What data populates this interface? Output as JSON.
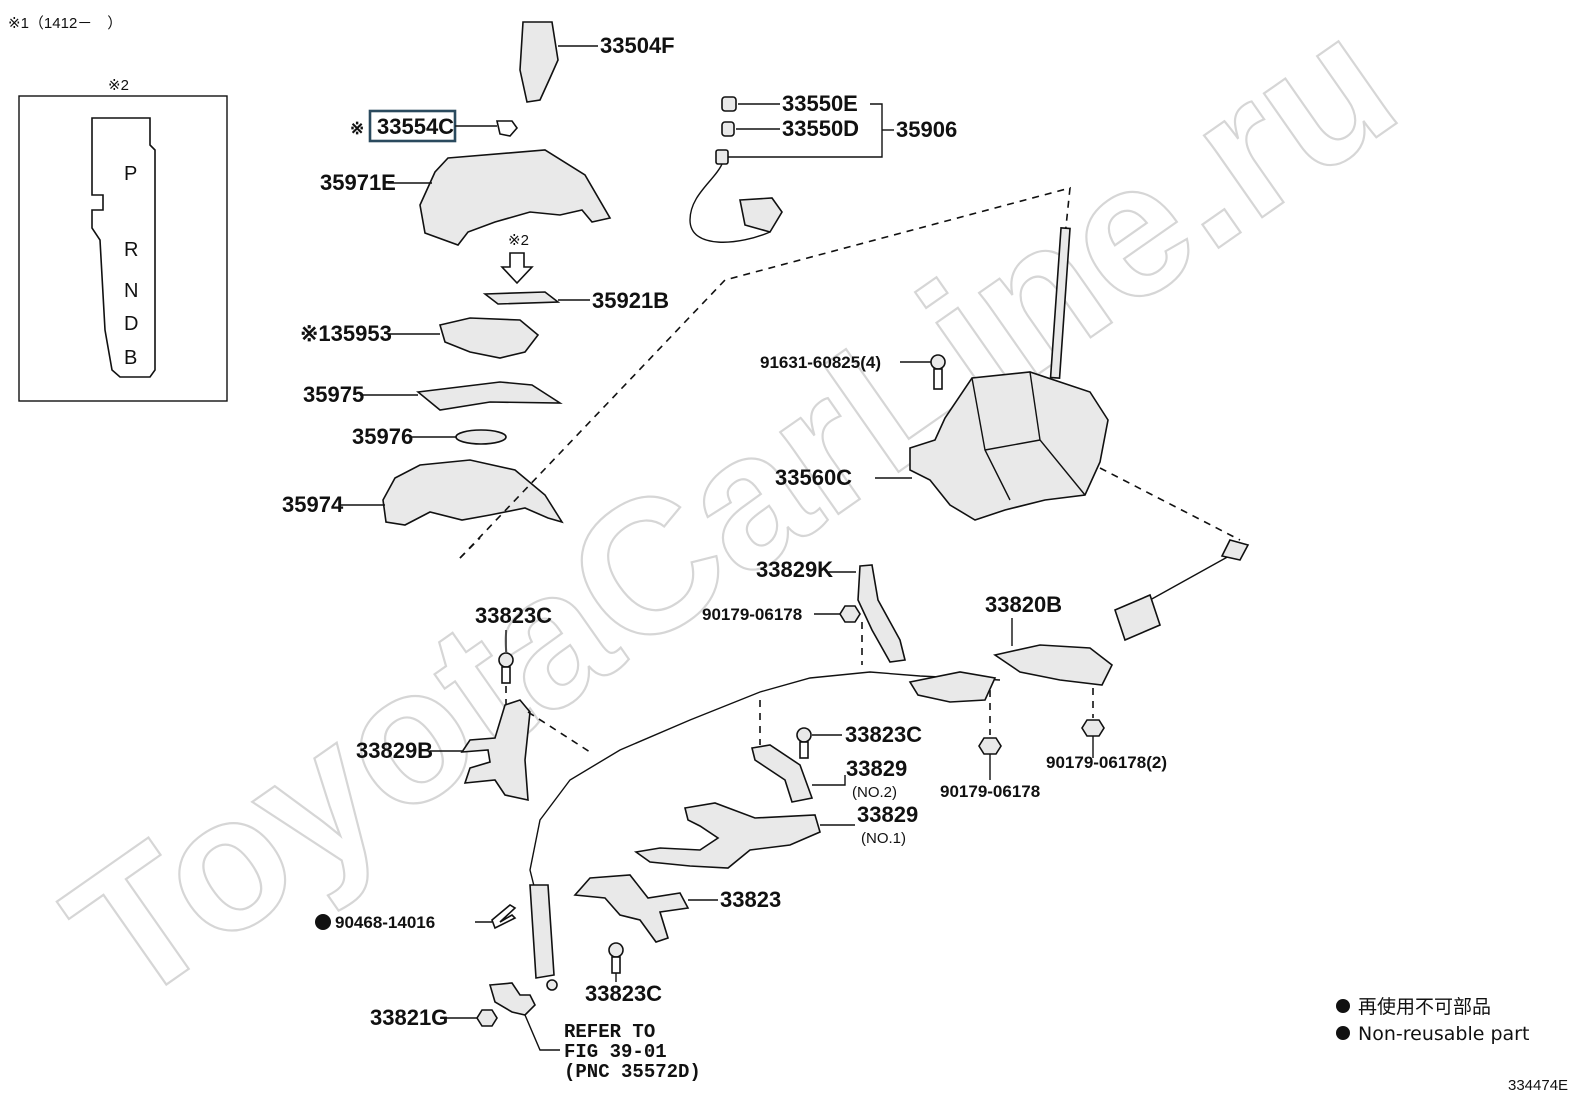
{
  "header": {
    "note": "※1（1412－　）"
  },
  "inset": {
    "mark": "※2",
    "gate_letters": [
      "P",
      "R",
      "N",
      "D",
      "B"
    ]
  },
  "callouts": {
    "knob": "33504F",
    "highlighted_prefix": "※",
    "highlighted": "33554C",
    "bezel": "35971E",
    "arrow_mark": "※2",
    "plate": "35921B",
    "indicator": "※135953",
    "cover": "35975",
    "seal": "35976",
    "housing": "35974",
    "pin_e": "33550E",
    "pin_d": "33550D",
    "assy": "35906",
    "bolt": "91631-60825(4)",
    "shift_lever": "33560C",
    "bracket_k": "33829K",
    "nut_a": "90179-06178",
    "cable": "33820B",
    "bolt_c1": "33823C",
    "bracket_b": "33829B",
    "bolt_c2": "33823C",
    "bracket_no2": "33829",
    "bracket_no2_sub": "(NO.2)",
    "nut_b": "90179-06178",
    "nut_c": "90179-06178(2)",
    "bracket_no1": "33829",
    "bracket_no1_sub": "(NO.1)",
    "clip": "90468-14016",
    "bracket_main": "33823",
    "bolt_c3": "33823C",
    "clamp": "33821G",
    "refer_1": "REFER TO",
    "refer_2": "FIG 39-01",
    "refer_3": "(PNC 35572D)"
  },
  "legend": {
    "jp": "再使用不可部品",
    "en": "Non-reusable part"
  },
  "watermark": "ToyotaCarLine.ru",
  "figure_id": "334474E",
  "colors": {
    "highlight_box": "#2a4a5e",
    "ink": "#111111",
    "watermark": "#d6d6d6"
  }
}
